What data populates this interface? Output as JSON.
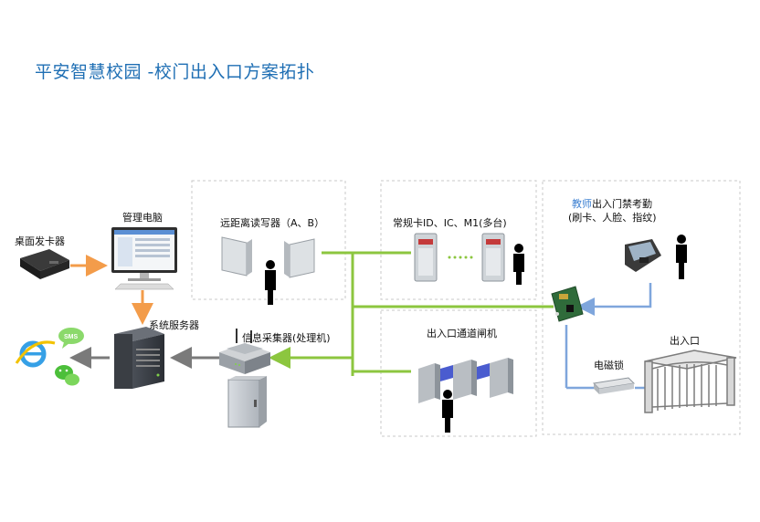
{
  "title": "平安智慧校园 -校门出入口方案拓扑",
  "labels": {
    "card_issuer": "桌面发卡器",
    "management_pc": "管理电脑",
    "system_server": "系统服务器",
    "info_collector": "信息采集器(处理机)",
    "long_range_reader": "远距离读写器（A、B）",
    "regular_card": "常规卡ID、IC、M1(多台)",
    "gate_channel": "出入口通道闸机",
    "teacher_access_prefix": "教师",
    "teacher_access_suffix": "出入门禁考勤",
    "teacher_access_line2": "(刷卡、人脸、指纹)",
    "magnetic_lock": "电磁锁",
    "entrance": "出入口"
  },
  "badges": {
    "sms": "SMS"
  },
  "colors": {
    "title": "#1f6fb4",
    "green_line": "#8cc63f",
    "blue_line": "#7fa6dc",
    "orange_arrow": "#f39c4a",
    "gray_arrow": "#7a7a7a",
    "dashed_box": "#c9c9c9",
    "teacher_text": "#3b7fd1"
  }
}
